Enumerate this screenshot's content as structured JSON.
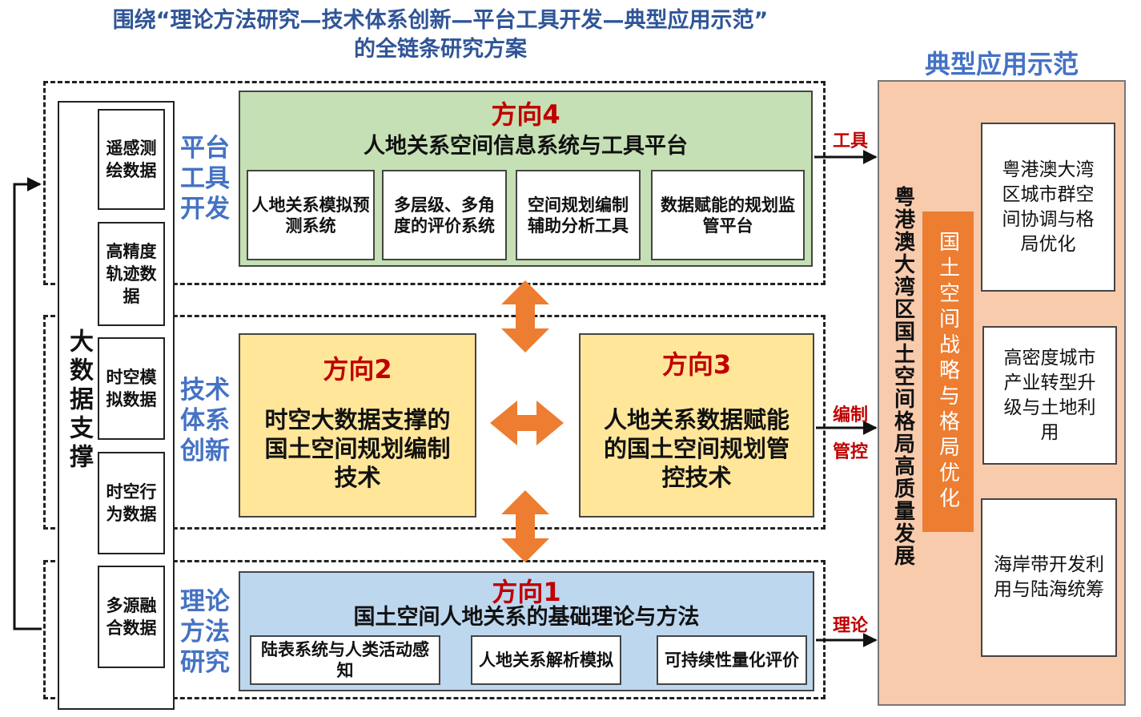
{
  "title": {
    "line1": "围绕“理论方法研究—技术体系创新—平台工具开发—典型应用示范”",
    "line2": "的全链条研究方案"
  },
  "big_data": {
    "label": "大数据支撑",
    "items": [
      "遥感测绘数据",
      "高精度轨迹数据",
      "时空模拟数据",
      "时空行为数据",
      "多源融合数据"
    ]
  },
  "categories": {
    "platform": "平台工具开发",
    "technology": "技术体系创新",
    "theory": "理论方法研究"
  },
  "direction4": {
    "label": "方向4",
    "title": "人地关系空间信息系统与工具平台",
    "subs": [
      "人地关系模拟预测系统",
      "多层级、多角度的评价系统",
      "空间规划编制辅助分析工具",
      "数据赋能的规划监管平台"
    ]
  },
  "direction2": {
    "label": "方向2",
    "title": "时空大数据支撑的国土空间规划编制技术"
  },
  "direction3": {
    "label": "方向3",
    "title": "人地关系数据赋能的国土空间规划管控技术"
  },
  "direction1": {
    "label": "方向1",
    "title": "国土空间人地关系的基础理论与方法",
    "subs": [
      "陆表系统与人类活动感知",
      "人地关系解析模拟",
      "可持续性量化评价"
    ]
  },
  "arrow_labels": {
    "tool": "工具",
    "compile": "编制",
    "control": "管控",
    "theory": "理论"
  },
  "demo": {
    "title": "典型应用示范",
    "main": "粤港澳大湾区国土空间格局高质量发展",
    "focus": "国土空间战略与格局优化",
    "examples": [
      "粤港澳大湾区城市群空间协调与格局优化",
      "高密度城市产业转型升级与土地利用",
      "海岸带开发利用与陆海统筹"
    ]
  },
  "colors": {
    "title_blue": "#2F5597",
    "category_blue": "#4472C4",
    "direction_red": "#C00000",
    "orange": "#ED7D31",
    "green_fill": "#C5E0B4",
    "yellow_fill": "#FFE699",
    "blue_fill": "#BDD7EE",
    "peach_fill": "#F8CBAD"
  }
}
